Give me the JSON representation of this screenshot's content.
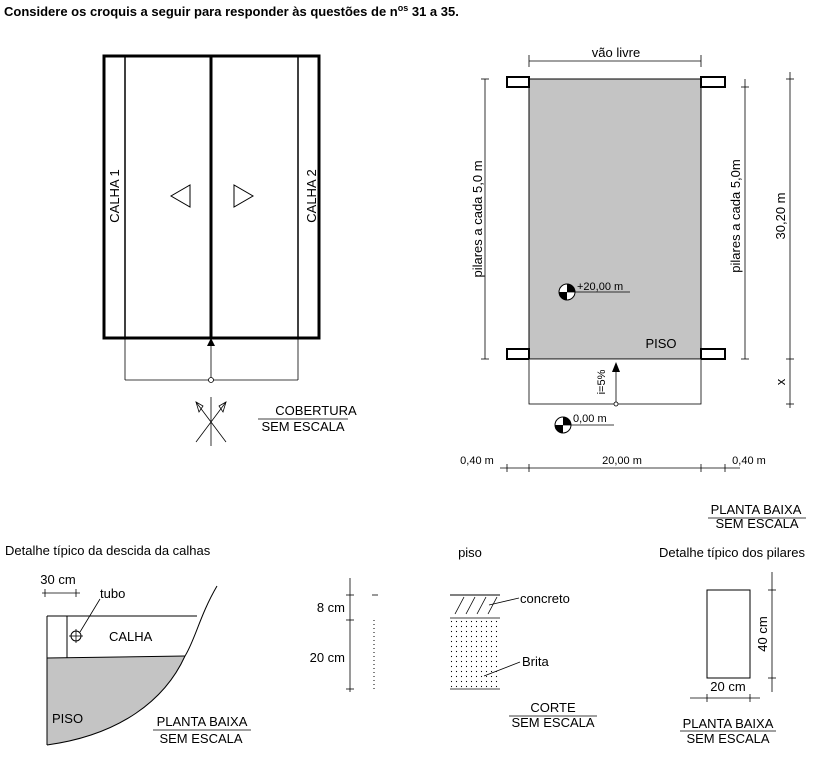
{
  "header": {
    "text_before": "Considere os croquis a seguir para responder às questões de n",
    "superscript": "os",
    "text_after": " 31 a 35."
  },
  "cobertura": {
    "calha1": "CALHA 1",
    "calha2": "CALHA 2",
    "title": "COBERTURA",
    "scale": "SEM ESCALA"
  },
  "plan": {
    "vao_livre": "vão livre",
    "pilares_left": "pilares a cada 5,0 m",
    "pilares_right": "pilares a cada 5,0m",
    "height_dim": "30,20 m",
    "x_label": "x",
    "level_top": "+20,00 m",
    "level_bottom": "0,00 m",
    "slope": "i=5%",
    "piso": "PISO",
    "dim_left": "0,40 m",
    "dim_mid": "20,00 m",
    "dim_right": "0,40 m",
    "title": "PLANTA BAIXA",
    "scale": "SEM ESCALA"
  },
  "detail_calha": {
    "title": "Detalhe típico da descida da calhas",
    "width_dim": "30 cm",
    "tubo": "tubo",
    "calha": "CALHA",
    "piso": "PISO",
    "caption": "PLANTA BAIXA",
    "scale": "SEM ESCALA"
  },
  "detail_piso": {
    "title": "piso",
    "dim_top": "8 cm",
    "dim_bottom": "20 cm",
    "concreto": "concreto",
    "brita": "Brita",
    "caption": "CORTE",
    "scale": "SEM ESCALA"
  },
  "detail_pilar": {
    "title": "Detalhe típico dos pilares",
    "height_dim": "40 cm",
    "width_dim": "20 cm",
    "caption": "PLANTA BAIXA",
    "scale": "SEM ESCALA"
  },
  "colors": {
    "fill_gray": "#c4c4c4",
    "line": "#000000"
  }
}
